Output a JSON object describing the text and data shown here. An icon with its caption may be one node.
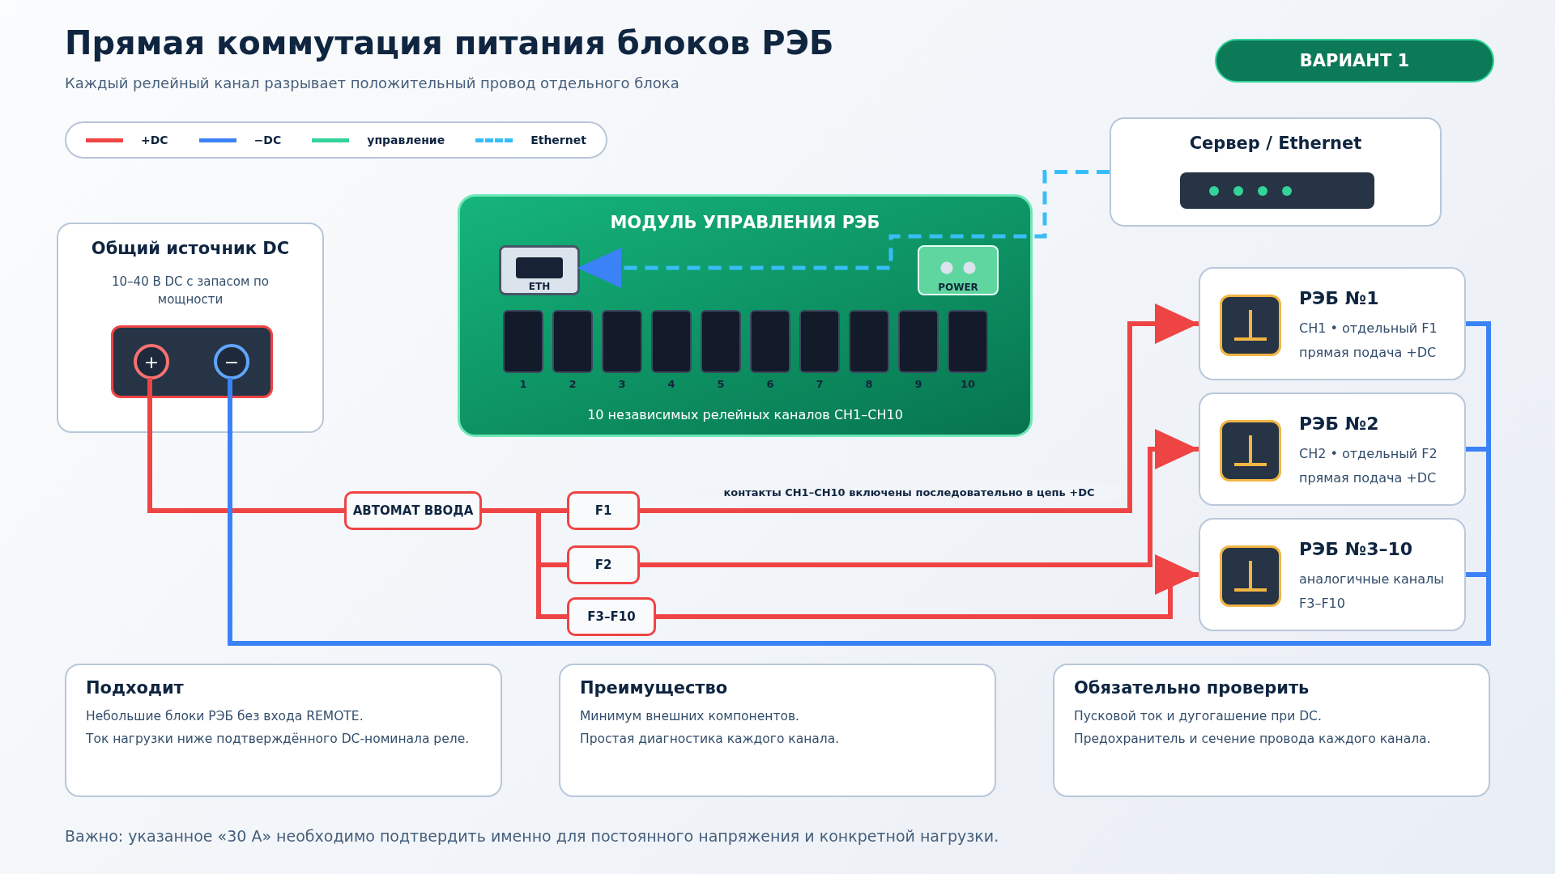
{
  "diagram": {
    "title": "Прямая коммутация питания блоков РЭБ",
    "caption": "Важно: указанное «30 А» необходимо подтвердить именно для постоянного напряжения и конкретной нагрузки.",
    "nodes": [
      {
        "text": [
          "Общий источник DC",
          "10–40 В DC с запасом по мощности"
        ]
      },
      {
        "text": [
          "+"
        ],
        "in": 0
      },
      {
        "text": [
          "−"
        ],
        "in": 0
      },
      {
        "text": [
          "МОДУЛЬ УПРАВЛЕНИЯ РЭБ",
          "10 независимых релейных каналов CH1–CH10"
        ]
      },
      {
        "text": [
          "ETH"
        ],
        "in": 3
      },
      {
        "text": [
          "POWER"
        ],
        "in": 3
      },
      {
        "text": [
          "1"
        ],
        "in": 3
      },
      {
        "text": [
          "2"
        ],
        "in": 3
      },
      {
        "text": [
          "3"
        ],
        "in": 3
      },
      {
        "text": [
          "4"
        ],
        "in": 3
      },
      {
        "text": [
          "5"
        ],
        "in": 3
      },
      {
        "text": [
          "6"
        ],
        "in": 3
      },
      {
        "text": [
          "7"
        ],
        "in": 3
      },
      {
        "text": [
          "8"
        ],
        "in": 3
      },
      {
        "text": [
          "9"
        ],
        "in": 3
      },
      {
        "text": [
          "10"
        ],
        "in": 3
      },
      {
        "text": [
          "Сервер / Ethernet"
        ]
      },
      {
        "text": [
          "АВТОМАТ ВВОДА"
        ]
      },
      {
        "text": [
          "F1"
        ]
      },
      {
        "text": [
          "F2"
        ]
      },
      {
        "text": [
          "F3–F10"
        ]
      },
      {
        "text": [
          "РЭБ №1",
          "CH1 • отдельный F1",
          "прямая подача +DC"
        ]
      },
      {
        "text": [
          "РЭБ №2",
          "CH2 • отдельный F2",
          "прямая подача +DC"
        ]
      },
      {
        "text": [
          "РЭБ №3–10",
          "аналогичные каналы",
          "F3–F10"
        ]
      },
      {
        "text": [
          "Подходит",
          "Небольшие блоки РЭБ без входа REMOTE.",
          "Ток нагрузки ниже подтверждённого DC-номинала реле."
        ]
      },
      {
        "text": [
          "Преимущество",
          "Минимум внешних компонентов.",
          "Простая диагностика каждого канала."
        ]
      },
      {
        "text": [
          "Обязательно проверить",
          "Пусковой ток и дугогашение при DC.",
          "Предохранитель и сечение провода каждого канала."
        ]
      }
    ],
    "edges": [
      {
        "from": 1,
        "to": 17,
        "arrow": "none"
      },
      {
        "from": 17,
        "to": 18,
        "arrow": "none"
      },
      {
        "from": 17,
        "to": 19,
        "arrow": "none"
      },
      {
        "from": 17,
        "to": 20,
        "arrow": "none"
      },
      {
        "from": 18,
        "to": 21,
        "arrow": "to",
        "label": "контакты CH1–CH10 включены последовательно в цепь +DC"
      },
      {
        "from": 19,
        "to": 22,
        "arrow": "to"
      },
      {
        "from": 20,
        "to": 23,
        "arrow": "to"
      },
      {
        "from": 2,
        "to": 21,
        "arrow": "none",
        "color": "#3b82f6"
      },
      {
        "from": 2,
        "to": 22,
        "arrow": "none",
        "color": "#3b82f6"
      },
      {
        "from": 2,
        "to": 23,
        "arrow": "none",
        "color": "#3b82f6"
      },
      {
        "from": 16,
        "to": 4,
        "arrow": "to",
        "style": "dashed",
        "color": "#38bdf8"
      }
    ],
    "labels": [
      "Каждый релейный канал разрывает положительный провод отдельного блока",
      "ВАРИАНТ 1"
    ],
    "legend": [
      {
        "text": "+DC",
        "color": "#ef4444"
      },
      {
        "text": "−DC",
        "color": "#3b82f6"
      },
      {
        "text": "управление",
        "color": "#34d399"
      },
      {
        "text": "Ethernet"
      }
    ]
  }
}
